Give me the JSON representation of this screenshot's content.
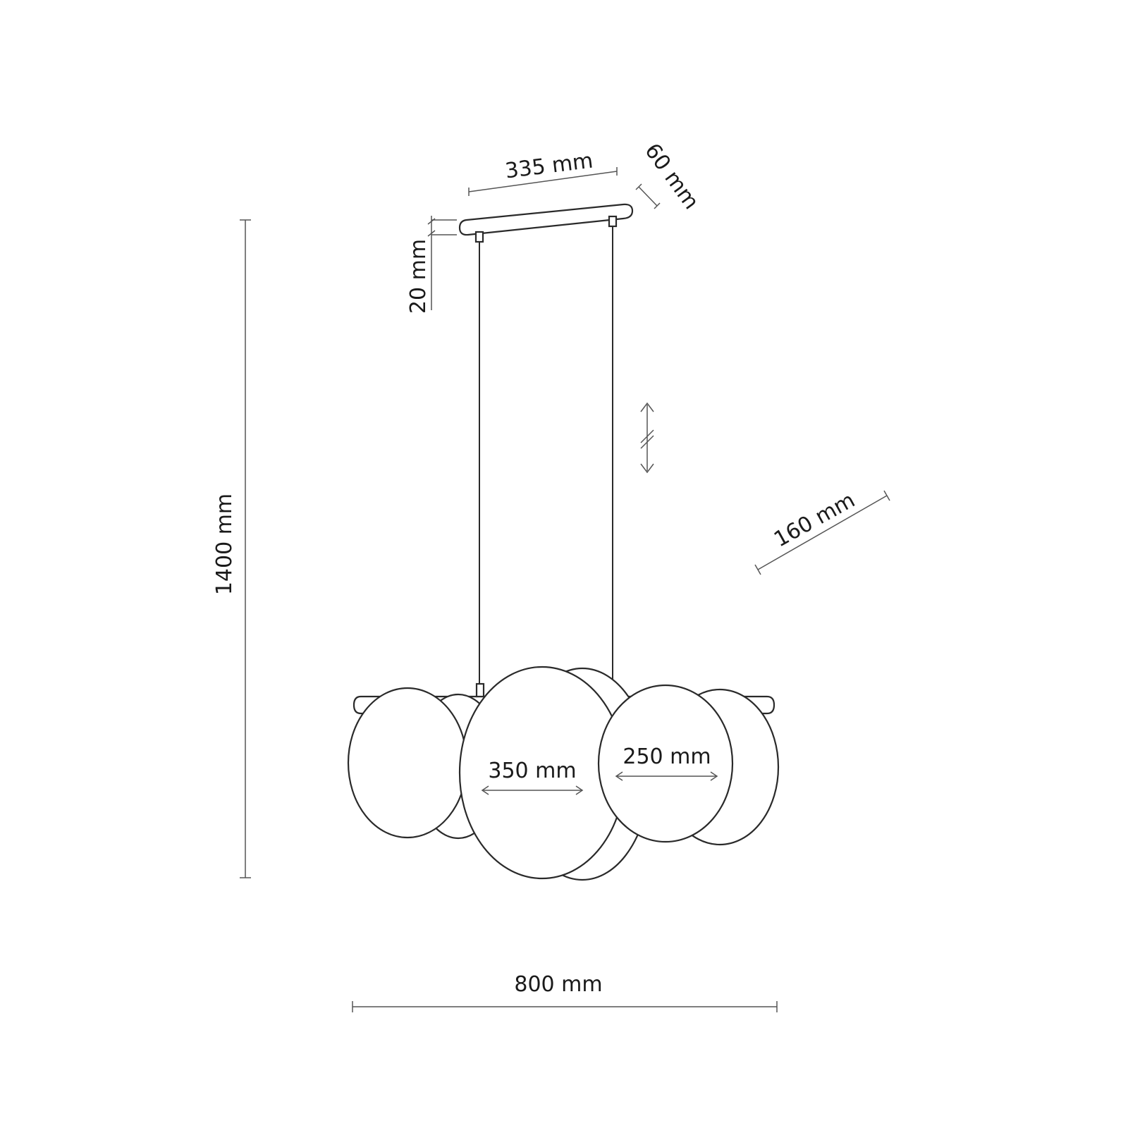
{
  "dimensions": {
    "canopy_length": "335 mm",
    "canopy_depth": "60 mm",
    "canopy_height": "20 mm",
    "total_height": "1400 mm",
    "shade_depth": "160 mm",
    "large_shade_diameter": "350 mm",
    "small_shade_diameter": "250 mm",
    "total_width": "800 mm"
  },
  "colors": {
    "line": "#2a2a2a",
    "dimension_line": "#555555",
    "background": "#ffffff"
  }
}
